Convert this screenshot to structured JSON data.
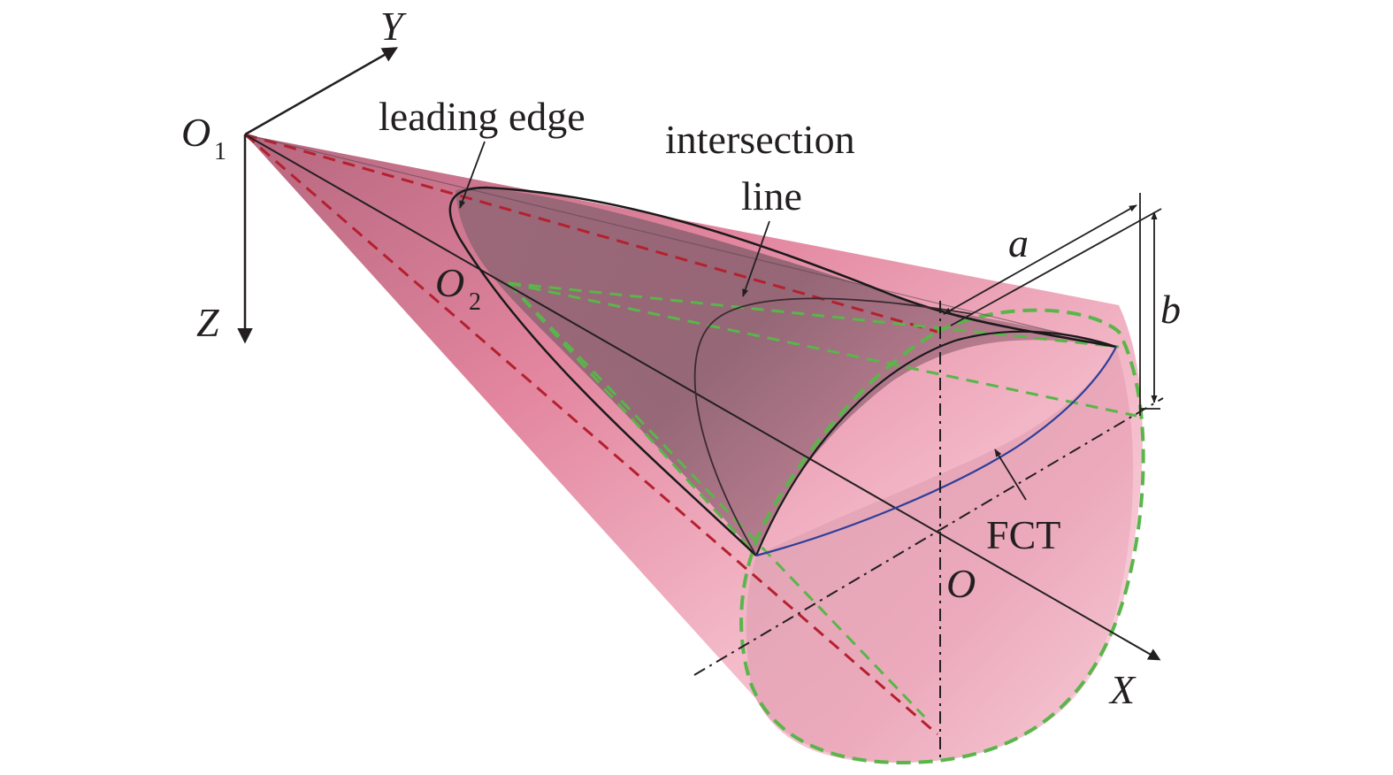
{
  "labels": {
    "y_axis": "Y",
    "z_axis": "Z",
    "x_axis": "X",
    "o1_main": "O",
    "o1_sub": "1",
    "o2_main": "O",
    "o2_sub": "2",
    "o_origin": "O",
    "leading_edge": "leading edge",
    "intersection_line_1": "intersection",
    "intersection_line_2": "line",
    "fct": "FCT",
    "dim_a": "a",
    "dim_b": "b"
  },
  "colors": {
    "cone_fill_light": "#f6c9d4",
    "cone_fill_mid": "#e58ea6",
    "cone_fill_dark": "#a35a72",
    "upper_surface": "#6e5560",
    "red_dash": "#b5202e",
    "green_dash": "#5ab54a",
    "fct_line": "#2e3f9a",
    "axis": "#231f20"
  }
}
